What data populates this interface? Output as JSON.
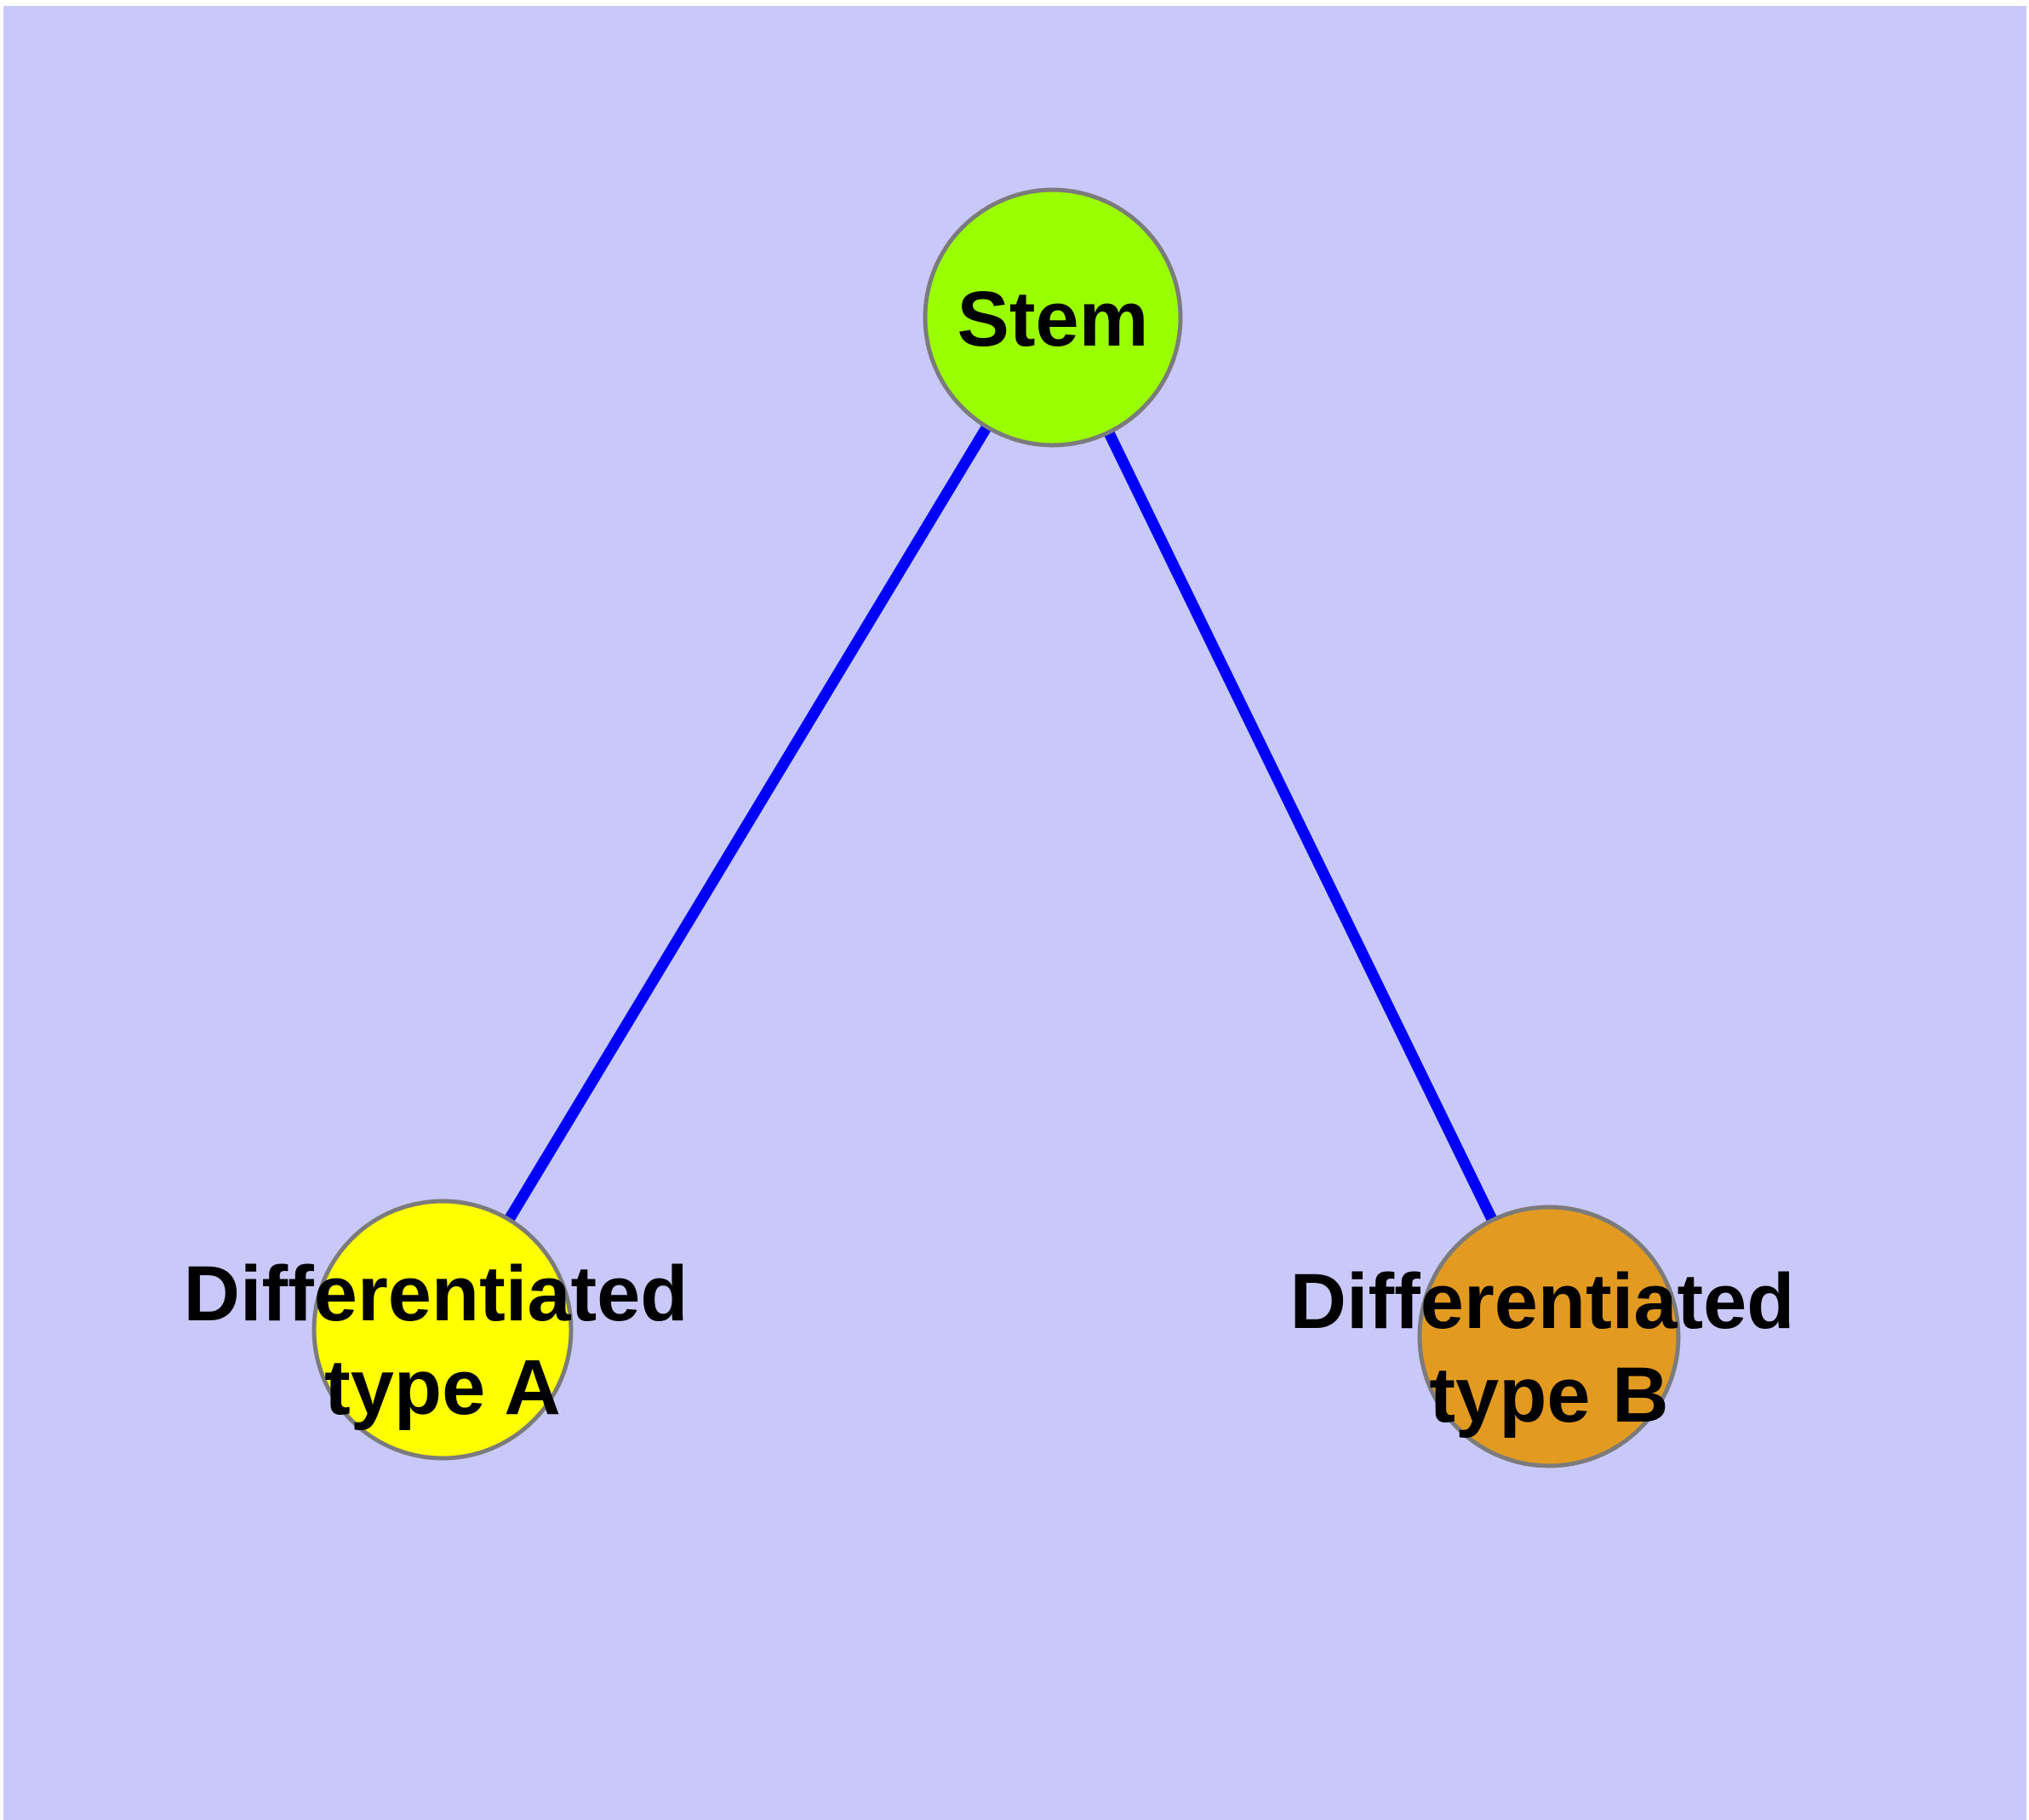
{
  "colors": {
    "page_margin": "#ffffff",
    "background": "#c9c9f9",
    "edge": "#0000fa",
    "node_border": "#7b7b7b",
    "label_text": "#000000"
  },
  "nodes": [
    {
      "id": "stem",
      "label": "Stem",
      "fill": "#9aff00"
    },
    {
      "id": "differentiated-type-a",
      "label_line1": "Differentiated",
      "label_line2": "type A",
      "fill": "#ffff00"
    },
    {
      "id": "differentiated-type-b",
      "label_line1": "Differentiated",
      "label_line2": "type B",
      "fill": "#e29a20"
    }
  ],
  "edges": [
    {
      "from": "stem",
      "to": "differentiated-type-a"
    },
    {
      "from": "stem",
      "to": "differentiated-type-b"
    }
  ]
}
